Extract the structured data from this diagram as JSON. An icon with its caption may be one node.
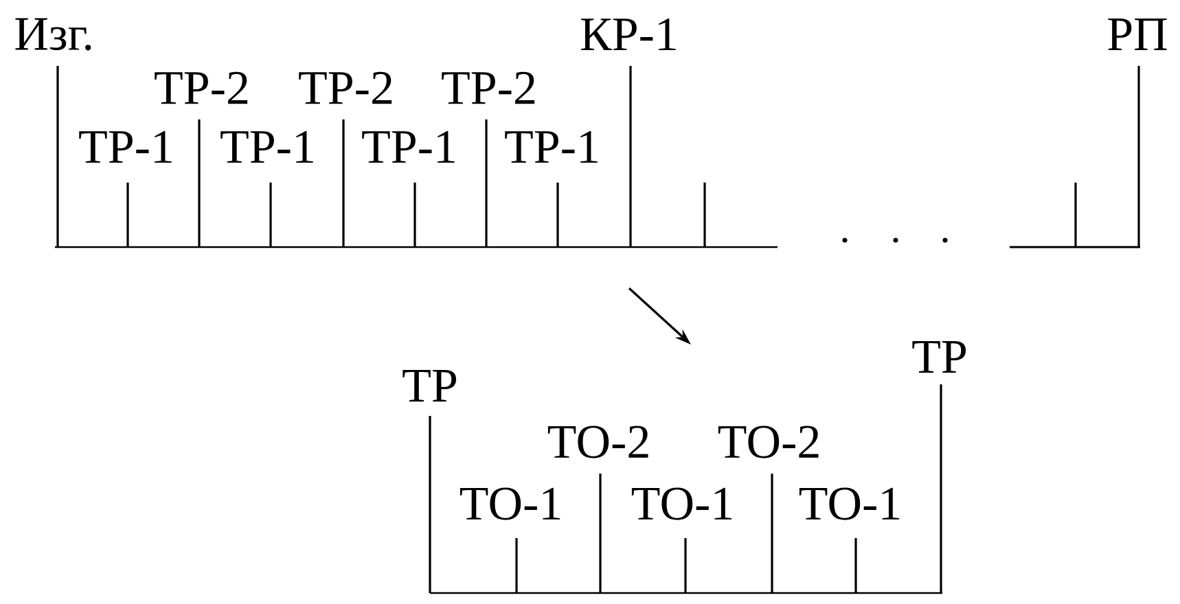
{
  "diagram": {
    "labels": [
      "Изг.",
      "КР-1",
      "РП",
      "ТР-2",
      "ТР-2",
      "ТР-2",
      "ТР-1",
      "ТР-1",
      "ТР-1",
      "ТР-1",
      "ТР",
      "ТР",
      "ТО-2",
      "ТО-2",
      "ТО-1",
      "ТО-1",
      "ТО-1"
    ]
  }
}
